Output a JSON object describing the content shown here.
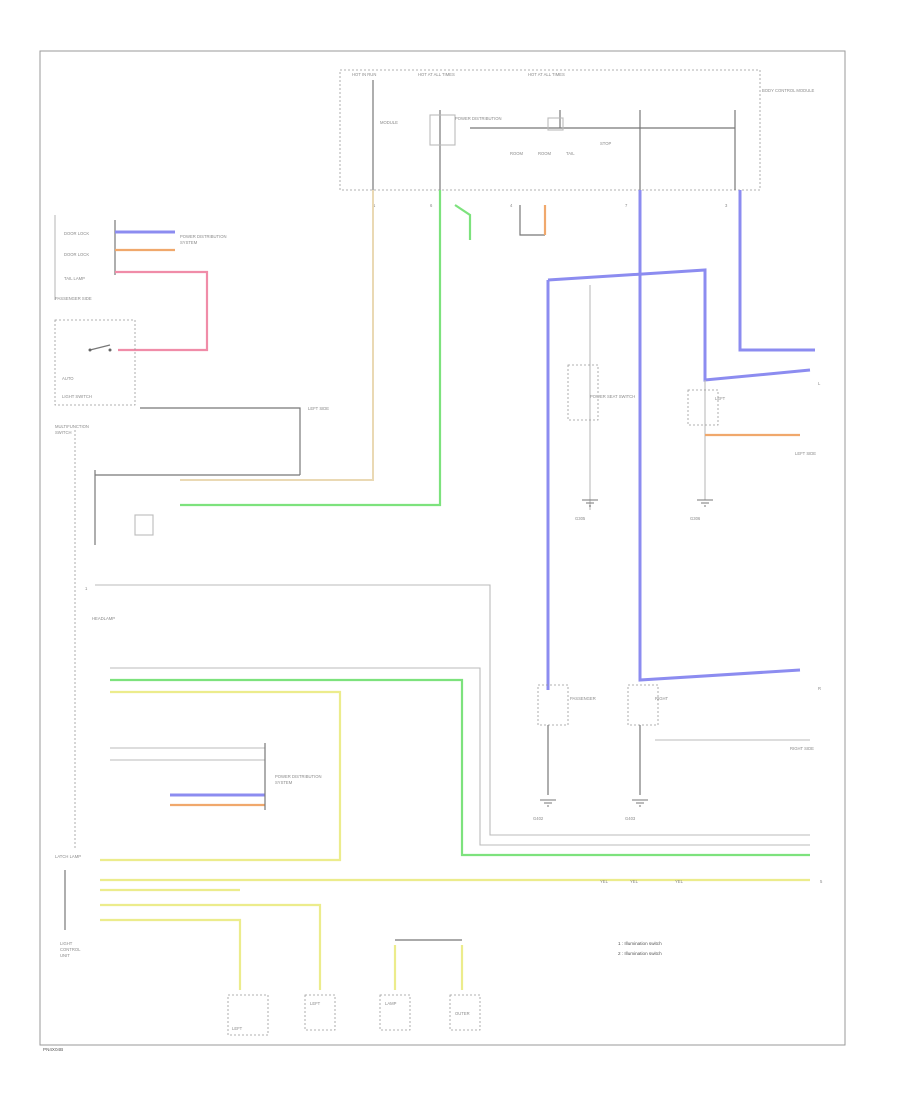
{
  "diagram": {
    "footer_code": "PN4X04B",
    "footnotes": [
      "1 : Illumination switch",
      "2 : Illumination switch"
    ]
  }
}
